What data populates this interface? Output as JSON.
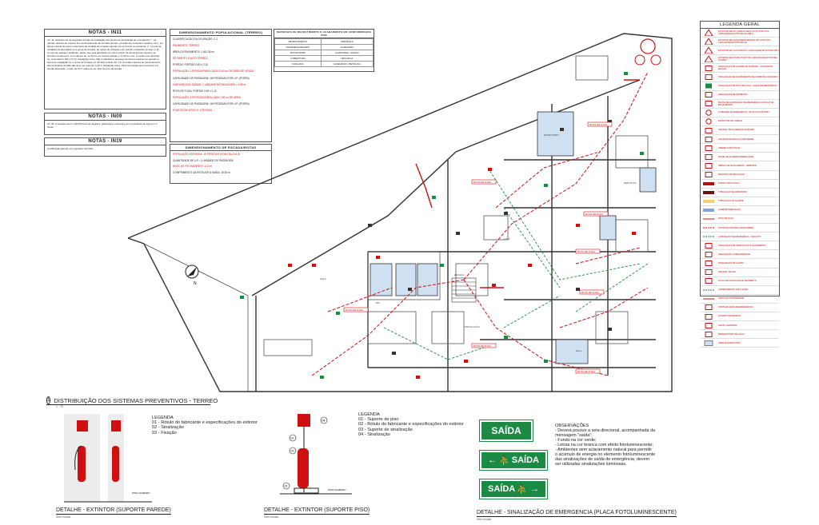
{
  "notes_in11": {
    "title": "NOTAS - IN11",
    "text": "Art. 11. Admitem-se as seguintes formas de instalação dos pontos de iluminação de emergência: I - na parede, através de suporte fixo exclusivamente de tomada (pontos, providos de conexões capazes, etc.), em altura mínima de ponto mais baixo da unidade de tomada superior de se formar no ambiente; II - no teto de unidades incorporadas ou a prova de fumaça, de ações de vidraças e de redutor ensaiados ao fogo; e III - no teto de qualquer ambiente, desde que seja garantido um nível mínimo de iluminamento superior ao previsto na alínea IV, com valores de: a) 30 lux em rampas planas; e b) 30 lux nos; c) locais com desnível ou; d) demais F (30) e P (1). Parágrafo único. Não é admitido o emprego de blocos autônomos quando a forma de instalação for a prova de fumaça em 48 direct pilotis. Art. 15. A tensão máxima de funcionamento das luminárias de 660 não deve ser superior a 30 V. Parágrafo único. Para luminárias que funcionem em tensão alternada, o valor de 30 V refere-se ao valor de pico da tensão."
  },
  "notes_in09": {
    "title": "NOTAS - IN09",
    "text": "Art. 82. A escada comum (ECM) deve ter degraus, patamares e estrutura com resistência ao fogo por 2 horas."
  },
  "notes_in19": {
    "title": "NOTAS - IN19",
    "text": "A edificação atende aos requisitos da IN19."
  },
  "population": {
    "title": "DIMENSIONAMENTO POPULACIONAL (TÉRREO)",
    "lines": [
      "CLASSIFICAÇÃO DA OCUPAÇÃO: C-2",
      "PAVIMENTO: TÉRREO",
      "ÁREA DO PAVIMENTO: 1.261,36 m²",
      "PÉ DIREITO E ALTO TÉRREO",
      "PORTAS: PORTAS 0,80 x 2,10",
      "POPULAÇÃO: 1 PESSOA PARA CADA 10,00 m² DE ÁREA DE VENDA",
      "CAPACIDADE DE PASSAGEM: 100 PESSOAS POR U.P. (PORTA)",
      "LARGURA DAS SAÍDAS: 1 UNIDADE DE PASSAGEM = 0,55 m",
      "ROTA DE FUGA: PORTAS 0,90 x 2,10",
      "POPULAÇÃO: 2 PESSOAS PARA CADA 1,00 m² DE ÁREA",
      "CAPACIDADE DE PASSAGEM: 100 PESSOAS POR U.P. (PORTA)",
      "PONTOS DE APOIO E 1 PESSOA"
    ]
  },
  "stairs": {
    "title": "DIMENSIONAMENTO DE ESCADA/ROTAS",
    "lines": [
      "POPULAÇÃO ATENDIDA: 15 PESSOAS (COM CÁLCULO)",
      "QUANTIDADE DE U.P.: 1 UNIDADE DE PASSAGEM",
      "NÍVEL DE FECHAMENTO: 1,10 m",
      "COMPRIMENTO DA ROTA ATÉ A SAÍDA: 15,00 m"
    ]
  },
  "materials": {
    "title": "MATERIAIS DE REVESTIMENTO E ACABAMENTO EM CONFORMIDADE IN18",
    "rows": [
      [
        "REVESTIMENTO",
        "CERÂMICA"
      ],
      [
        "PAREDE/ALVENARIA",
        "ALVENARIA"
      ],
      [
        "TETO/FORRO",
        "ALVENARIA / GESSO"
      ],
      [
        "COBERTURA",
        "METÁLICA"
      ],
      [
        "FACHADA",
        "ALVENARIA / METÁLICA"
      ]
    ]
  },
  "legend_geral": {
    "title": "LEGENDA GERAL",
    "items": [
      {
        "sym": "tri-red",
        "text": "EXTINTOR DE PÓ QUÍMICO SECO (PQS) PORTÁTIL CAPACIDADE EXTINTORA 2A:20B:C"
      },
      {
        "sym": "tri-red",
        "text": "EXTINTOR DE ÁGUA PRESSURIZADA (AP) PORTÁTIL CAPACIDADE EXTINTORA 2A"
      },
      {
        "sym": "tri-red",
        "text": "EXTINTOR DE CO2 PORTÁTIL CAPACIDADE EXTINTORA 5B:C"
      },
      {
        "sym": "tri-red",
        "text": "EXTINTOR DE PÓ ABC PORTÁTIL CAPACIDADE EXTINTORA 3A:20B:C"
      },
      {
        "sym": "sq-red",
        "text": "SINALIZAÇÃO DE ALARME DE INCÊNDIO - ACIONADOR MANUAL"
      },
      {
        "sym": "sq-red",
        "text": "SINALIZAÇÃO DE EQUIPAMENTO DE COMBATE A INCÊNDIO"
      },
      {
        "sym": "sq-green",
        "text": "SINALIZAÇÃO DE ROTA DE FUGA - SAÍDA DE EMERGÊNCIA"
      },
      {
        "sym": "sq-red",
        "text": "SINALIZAÇÃO DE PROIBIÇÃO"
      },
      {
        "sym": "sq-red",
        "text": "BLOCO DE ILUMINAÇÃO DE EMERGÊNCIA COM LUZ DE BALIZAMENTO"
      },
      {
        "sym": "circ-red",
        "text": "LUMINÁRIA DE EMERGÊNCIA - BLOCO AUTÔNOMO"
      },
      {
        "sym": "circ-red",
        "text": "DETECTOR DE FUMAÇA"
      },
      {
        "sym": "sq-red",
        "text": "CENTRAL DE ALARME DE INCÊNDIO"
      },
      {
        "sym": "sq-red",
        "text": "ACIONADOR MANUAL COM SIRENE"
      },
      {
        "sym": "sq-red",
        "text": "SIRENE AUDIOVISUAL"
      },
      {
        "sym": "sq-red",
        "text": "PAINEL DE ALARME ENDEREÇÁVEL"
      },
      {
        "sym": "sq-red",
        "text": "ABRIGO DE MANGUEIRAS - HIDRANTE"
      },
      {
        "sym": "sq-red",
        "text": "REGISTRO DE RECALQUE"
      },
      {
        "sym": "bar-red",
        "text": "PORTA CORTA-FOGO"
      },
      {
        "sym": "bar-dark",
        "text": "TUBULAÇÃO DE HIDRANTES"
      },
      {
        "sym": "bar-yel",
        "text": "TUBULAÇÃO DE ALARME"
      },
      {
        "sym": "bar-blue",
        "text": "COMPARTIMENTAÇÃO"
      },
      {
        "sym": "line-red",
        "text": "ROTA DE FUGA"
      },
      {
        "sym": "line-dash",
        "text": "DISTÂNCIA MÁXIMA A PERCORRER"
      },
      {
        "sym": "line-green",
        "text": "ILUMINAÇÃO DE EMERGÊNCIA - CIRCUITO"
      },
      {
        "sym": "sq-red",
        "text": "SINALIZAÇÃO DE ORIENTAÇÃO E SALVAMENTO"
      },
      {
        "sym": "sq-red",
        "text": "SINALIZAÇÃO COMPLEMENTAR"
      },
      {
        "sym": "sq-red",
        "text": "SINALIZAÇÃO DE ALERTA"
      },
      {
        "sym": "sq-red",
        "text": "CENTRAL DE GLP"
      },
      {
        "sym": "sq-red",
        "text": "PLACA DE INDICAÇÃO DE PAVIMENTO"
      },
      {
        "sym": "line-green",
        "text": "CAMINHAMENTO ATÉ A SAÍDA"
      },
      {
        "sym": "line-red",
        "text": "LIMITE DE PROPRIEDADE"
      },
      {
        "sym": "sq-red",
        "text": "PORTA DE SAÍDA DE EMERGÊNCIA"
      },
      {
        "sym": "sq-red",
        "text": "QUADRO DE ENERGIA"
      },
      {
        "sym": "sq-red",
        "text": "GRUPO GERADOR"
      },
      {
        "sym": "sq-red",
        "text": "RESERVATÓRIO DE ÁGUA"
      },
      {
        "sym": "sq-blue",
        "text": "ÁREA DE ESCRITÓRIO"
      }
    ]
  },
  "plan": {
    "north_label": "N",
    "room_labels": [
      "SALA",
      "LOJA",
      "DEPÓSITO",
      "WC",
      "ESCRITÓRIO",
      "CIRCULAÇÃO",
      "ESCADA",
      "HALL"
    ],
    "exit_tags": [
      "ROTA DE FUGA",
      "ROTA DE FUGA",
      "ROTA DE FUGA",
      "ROTA DE FUGA",
      "ROTA DE FUGA",
      "ROTA DE FUGA",
      "ROTA DE FUGA",
      "ROTA DE FUGA"
    ]
  },
  "main_title": {
    "number": "1",
    "text": "DISTRIBUIÇÃO DOS SISTEMAS PREVENTIVOS - TERREO",
    "scale": "1 : 75"
  },
  "detail_wall": {
    "legend_title": "LEGENDA",
    "items": [
      "01 - Rótulo do fabricante e especificações do extintor",
      "02 - Sinalização",
      "03 - Fixação"
    ],
    "floor_label": "PISO ACABADO",
    "caption": "DETALHE - EXTINTOR (SUPORTE PAREDE)",
    "sub": "Sem escala"
  },
  "detail_floor": {
    "legend_title": "LEGENDA",
    "items": [
      "01 - Suporte de piso",
      "02 - Rótulo do fabricante e especificações do extintor",
      "03 - Suporte de sinalização",
      "04 - Sinalização"
    ],
    "callouts": [
      "04",
      "02",
      "03",
      "01"
    ],
    "floor_label": "PISO ACABADO",
    "caption": "DETALHE - EXTINTOR (SUPORTE PISO)",
    "sub": "Sem escala"
  },
  "detail_sign": {
    "signs": [
      "SAÍDA",
      "SAÍDA",
      "SAÍDA"
    ],
    "obs_title": "OBSERVAÇÕES",
    "obs_lines": [
      "- Deverá possuir a seta direcional, acompanhada da",
      "mensagem \"saída\";",
      "- Fundo na cor verde;",
      "- Letras na cor branca com efeito fotoluminescente;",
      "- Ambientes sem aclaramento natural para permitir",
      "o acúmulo de energia no elemento fotoluminescente",
      "das sinalizações de saída de emergência, devem",
      "ser utilizadas sinalizações luminosas."
    ],
    "caption": "DETALHE - SINALIZAÇÃO DE EMERGENCIA (PLACA FOTOLUMINESCENTE)",
    "sub": "Sem escala"
  },
  "colors": {
    "red": "#d01010",
    "green": "#1a8a44",
    "blue_room": "#cfe0f2"
  }
}
